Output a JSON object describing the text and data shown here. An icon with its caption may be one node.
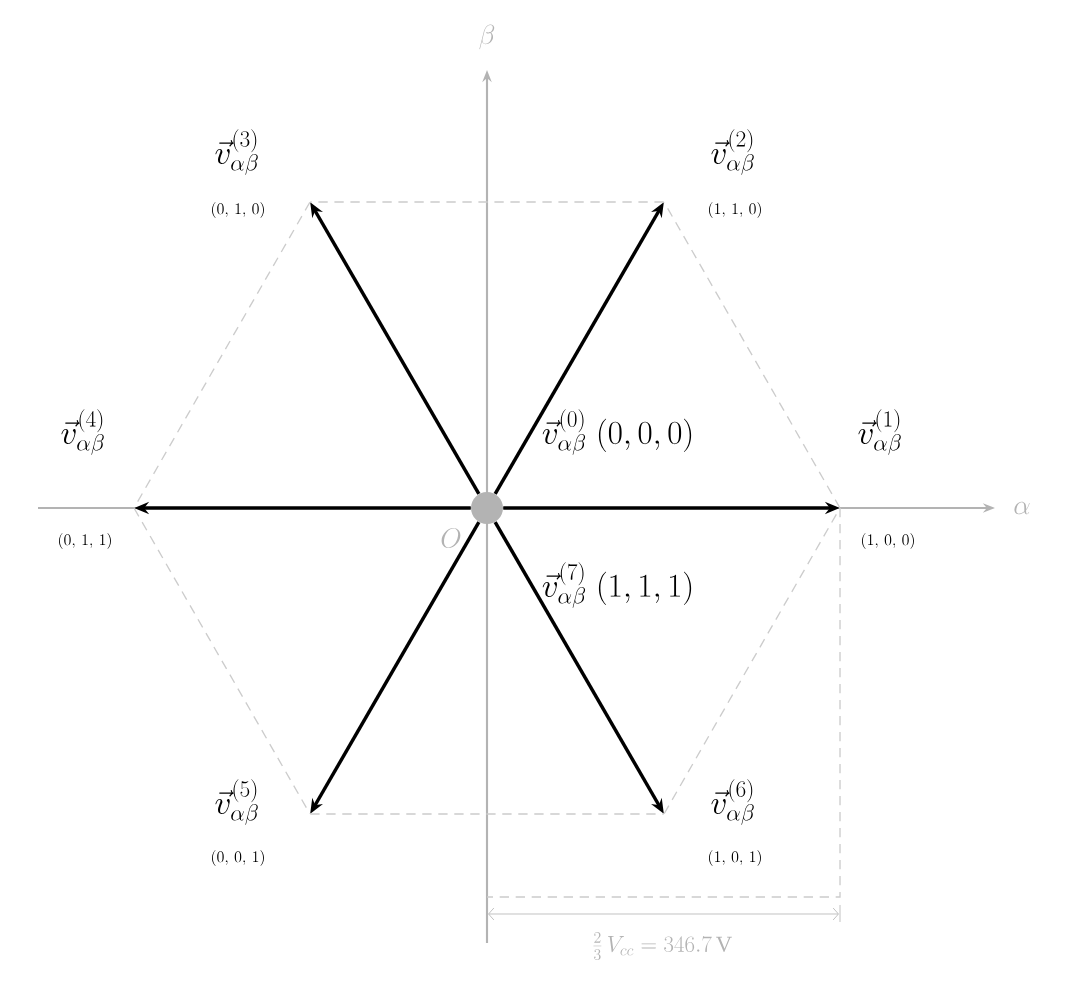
{
  "diagram": {
    "nodes": [
      {
        "text": [],
        "shape": "circle",
        "beside": [
          "O"
        ]
      },
      {
        "text": [
          "\\vec{v}_{\\alpha\\beta}^{(1)}",
          "(1,\\,0,\\,0)"
        ]
      },
      {
        "text": [
          "\\vec{v}_{\\alpha\\beta}^{(2)}",
          "(1,\\,1,\\,0)"
        ]
      },
      {
        "text": [
          "\\vec{v}_{\\alpha\\beta}^{(3)}",
          "(0,\\,1,\\,0)"
        ]
      },
      {
        "text": [
          "\\vec{v}_{\\alpha\\beta}^{(4)}",
          "(0,\\,1,\\,1)"
        ]
      },
      {
        "text": [
          "\\vec{v}_{\\alpha\\beta}^{(5)}",
          "(0,\\,0,\\,1)"
        ]
      },
      {
        "text": [
          "\\vec{v}_{\\alpha\\beta}^{(6)}",
          "(1,\\,0,\\,1)"
        ]
      }
    ],
    "edges": [
      {
        "from": 0,
        "to": 1,
        "arrow": "to",
        "style": "thick"
      },
      {
        "from": 0,
        "to": 2,
        "arrow": "to",
        "style": "thick"
      },
      {
        "from": 0,
        "to": 3,
        "arrow": "to",
        "style": "thick"
      },
      {
        "from": 0,
        "to": 4,
        "arrow": "to",
        "style": "thick"
      },
      {
        "from": 0,
        "to": 5,
        "arrow": "to",
        "style": "thick"
      },
      {
        "from": 0,
        "to": 6,
        "arrow": "to",
        "style": "thick"
      },
      {
        "from": 1,
        "to": 2,
        "arrow": "none",
        "style": "dashed",
        "color": "#cccccc"
      },
      {
        "from": 2,
        "to": 3,
        "arrow": "none",
        "style": "dashed",
        "color": "#cccccc"
      },
      {
        "from": 3,
        "to": 4,
        "arrow": "none",
        "style": "dashed",
        "color": "#cccccc"
      },
      {
        "from": 4,
        "to": 5,
        "arrow": "none",
        "style": "dashed",
        "color": "#cccccc"
      },
      {
        "from": 5,
        "to": 6,
        "arrow": "none",
        "style": "dashed",
        "color": "#cccccc"
      },
      {
        "from": 6,
        "to": 1,
        "arrow": "none",
        "style": "dashed",
        "color": "#cccccc"
      }
    ],
    "labels": [
      "\\beta",
      "\\vec{v}_{\\alpha\\beta}^{(0)}\\;(0,0,0)",
      "\\alpha",
      "\\vec{v}_{\\alpha\\beta}^{(7)}\\;(1,1,1)",
      "\\frac{2}{3}\\,V_{cc} = 346.7\\,\\mathrm{V}"
    ]
  }
}
